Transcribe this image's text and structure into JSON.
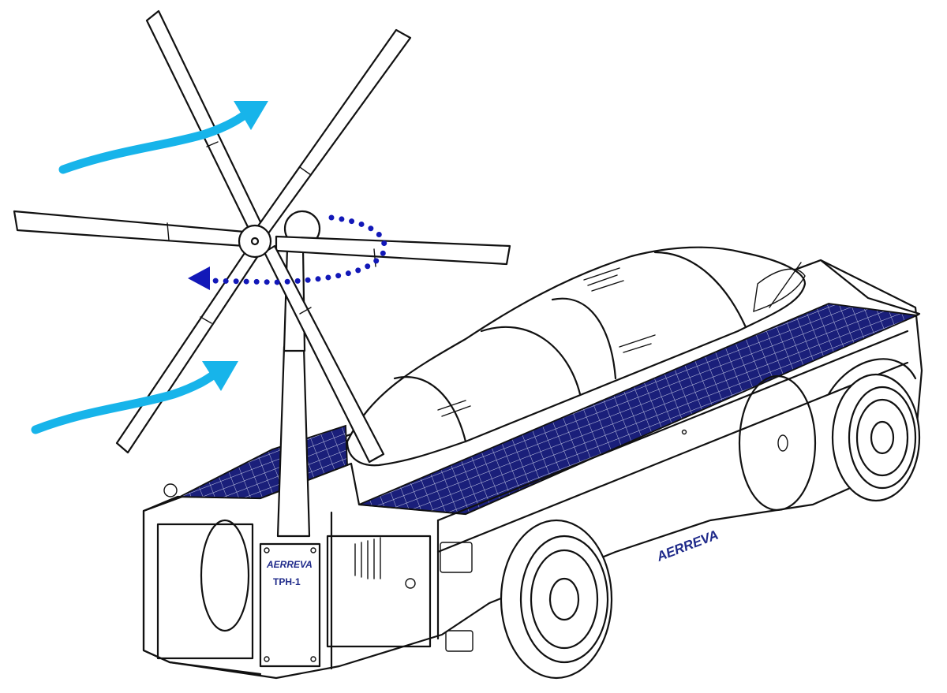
{
  "labels": {
    "side_brand": "AERREVA",
    "plate_brand": "AERREVA",
    "plate_model": "TPH-1"
  },
  "colors": {
    "wind_arrow": "#17b4ea",
    "rotation_arrow": "#1218b8",
    "solar_panel": "#1a1f7a",
    "brand_text": "#1f2a8a",
    "line_art": "#111111"
  },
  "icons": {
    "wind_arrows": "wind-flow-arrow",
    "rotation": "rotation-direction-arrow"
  }
}
